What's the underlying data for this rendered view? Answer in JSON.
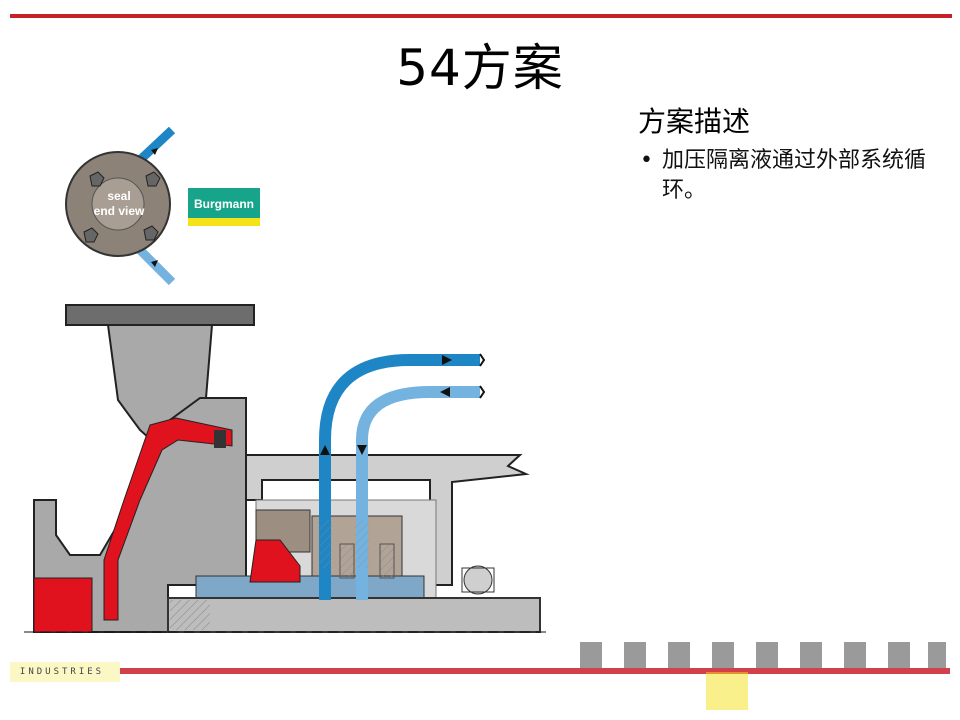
{
  "slide": {
    "title": "54方案",
    "description_heading": "方案描述",
    "bullets": [
      "加压隔离液通过外部系统循环。"
    ]
  },
  "diagram": {
    "seal_end_view_label_1": "seal",
    "seal_end_view_label_2": "end view",
    "logo_text": "Burgmann",
    "footer_brand": "INDUSTRIES"
  },
  "colors": {
    "accent_red": "#c8202b",
    "flush_blue_dark": "#1f86c6",
    "flush_blue_light": "#74b3df",
    "casing_gray": "#a9a9a9",
    "logo_green": "#16a58a",
    "logo_yellow": "#f4e21a"
  }
}
